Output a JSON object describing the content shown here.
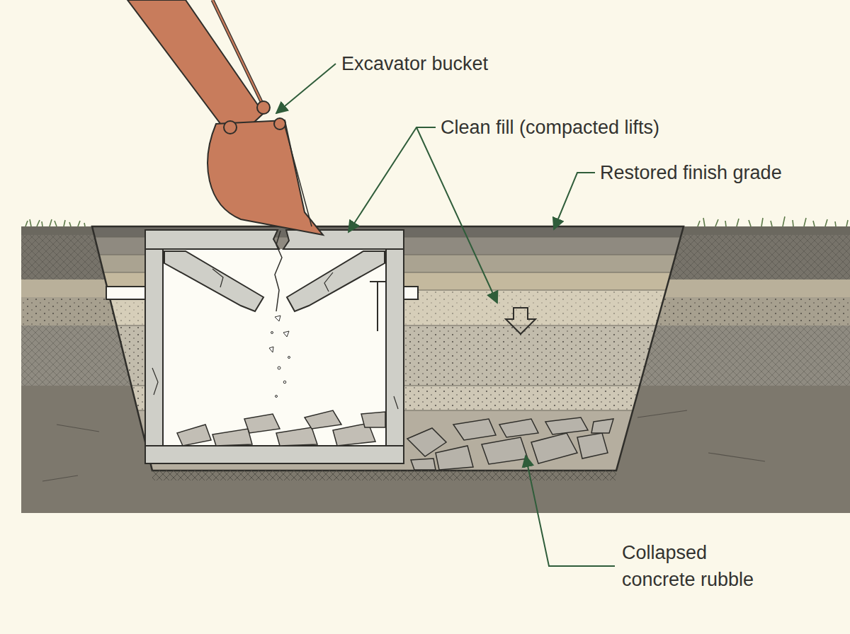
{
  "diagram": {
    "labels": [
      "Excavator bucket",
      "Clean fill (compacted lifts)",
      "Restored finish grade",
      "Collapsed concrete rubble"
    ]
  }
}
